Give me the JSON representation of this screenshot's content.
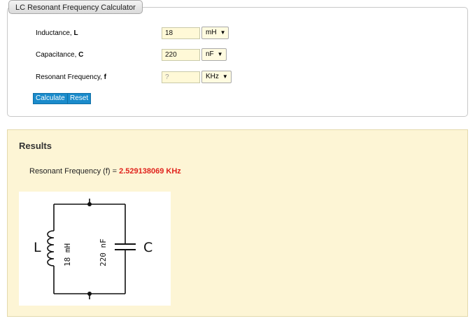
{
  "calculator": {
    "title": "LC Resonant Frequency Calculator",
    "rows": [
      {
        "label": "Inductance, ",
        "symbol": "L",
        "value": "18",
        "placeholder": "",
        "unit": "mH"
      },
      {
        "label": "Capacitance, ",
        "symbol": "C",
        "value": "220",
        "placeholder": "",
        "unit": "nF"
      },
      {
        "label": "Resonant Frequency, ",
        "symbol": "f",
        "value": "",
        "placeholder": "?",
        "unit": "KHz"
      }
    ],
    "calculate_label": "Calculate",
    "reset_label": "Reset"
  },
  "results": {
    "title": "Results",
    "line_prefix": "Resonant Frequency (f) = ",
    "value": "2.529138069 KHz",
    "value_color": "#e0221c"
  },
  "diagram": {
    "inductor_label": "L",
    "inductor_value": "18 mH",
    "capacitor_label": "C",
    "capacitor_value": "220 nF"
  }
}
